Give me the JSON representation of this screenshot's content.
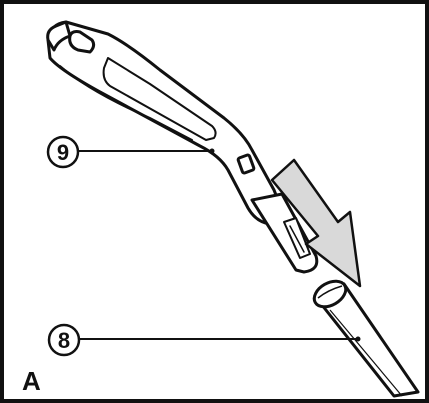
{
  "figure": {
    "panel_label": "A",
    "callouts": [
      {
        "number": "9",
        "part": "handle"
      },
      {
        "number": "8",
        "part": "tube"
      }
    ]
  },
  "colors": {
    "line": "#111111",
    "handle_fill": "#ffffff",
    "arrow_fill": "#d9d9d9",
    "background": "#ffffff"
  }
}
